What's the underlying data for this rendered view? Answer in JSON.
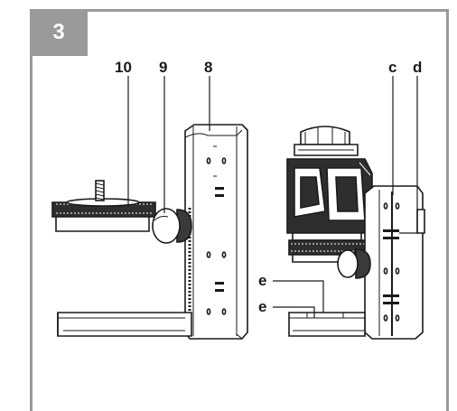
{
  "figure": {
    "number": "3",
    "callouts": {
      "ten": "10",
      "nine": "9",
      "eight": "8",
      "c": "c",
      "d": "d",
      "e_upper": "e",
      "e_lower": "e"
    }
  },
  "colors": {
    "frame": "#9a9a9a",
    "badge_text": "#ffffff",
    "ink": "#1a1a1a",
    "fill_light": "#f2f2f2",
    "fill_dark": "#3a3a3a"
  }
}
